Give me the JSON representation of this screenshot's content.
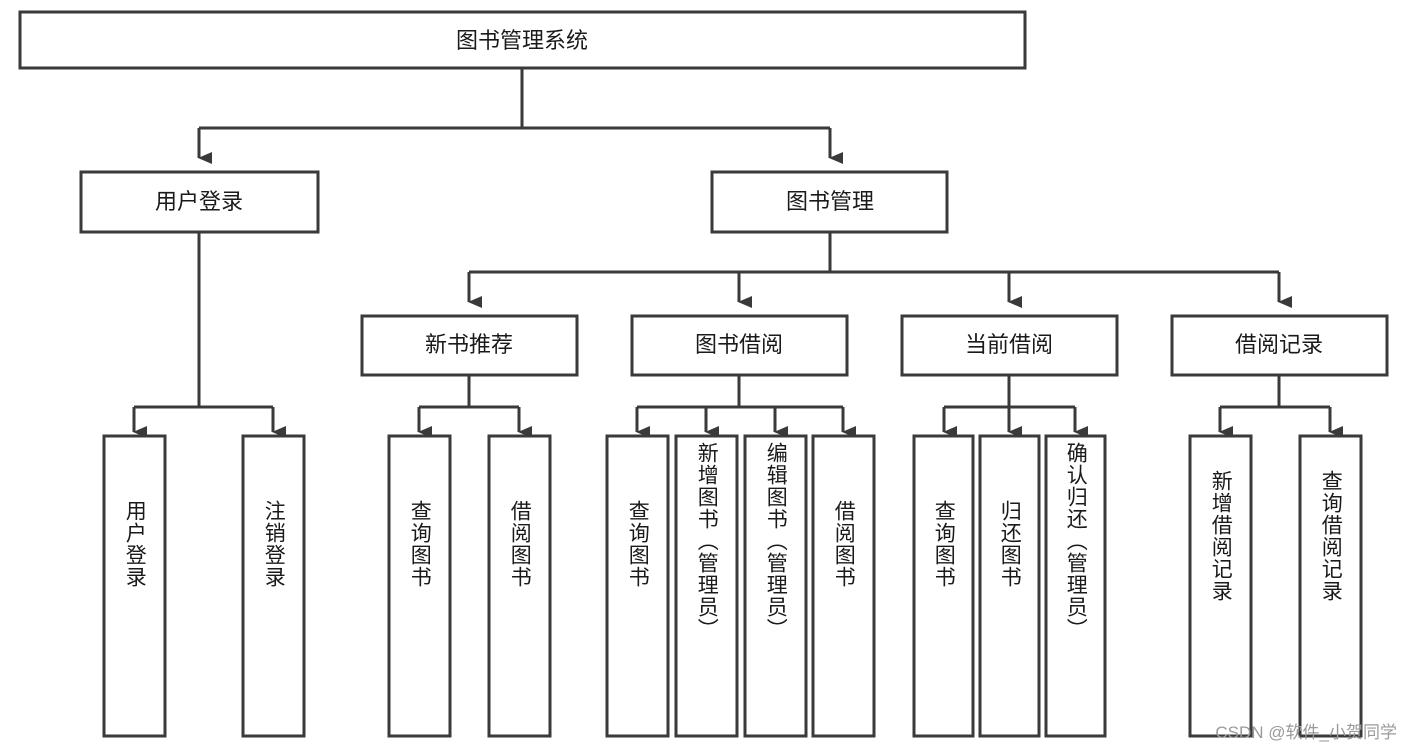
{
  "diagram": {
    "title": "图书管理系统",
    "watermark": "CSDN @软件_小贺同学",
    "colors": {
      "box_stroke": "#3a3a3a",
      "box_fill": "#ffffff",
      "text": "#1a1a1a",
      "background": "#ffffff",
      "watermark": "#9a9a9a"
    },
    "root": {
      "label": "图书管理系统"
    },
    "level2": [
      {
        "label": "用户登录"
      },
      {
        "label": "图书管理"
      }
    ],
    "level3": [
      {
        "label": "新书推荐"
      },
      {
        "label": "图书借阅"
      },
      {
        "label": "当前借阅"
      },
      {
        "label": "借阅记录"
      }
    ],
    "leaves": {
      "user_login": [
        {
          "label": "用户登录"
        },
        {
          "label": "注销登录"
        }
      ],
      "new_book_recommend": [
        {
          "label": "查询图书"
        },
        {
          "label": "借阅图书"
        }
      ],
      "book_borrow": [
        {
          "label": "查询图书"
        },
        {
          "label": "新增图书（管理员）"
        },
        {
          "label": "编辑图书（管理员）"
        },
        {
          "label": "借阅图书"
        }
      ],
      "current_borrow": [
        {
          "label": "查询图书"
        },
        {
          "label": "归还图书"
        },
        {
          "label": "确认归还（管理员）"
        }
      ],
      "borrow_records": [
        {
          "label": "新增借阅记录"
        },
        {
          "label": "查询借阅记录"
        }
      ]
    }
  }
}
